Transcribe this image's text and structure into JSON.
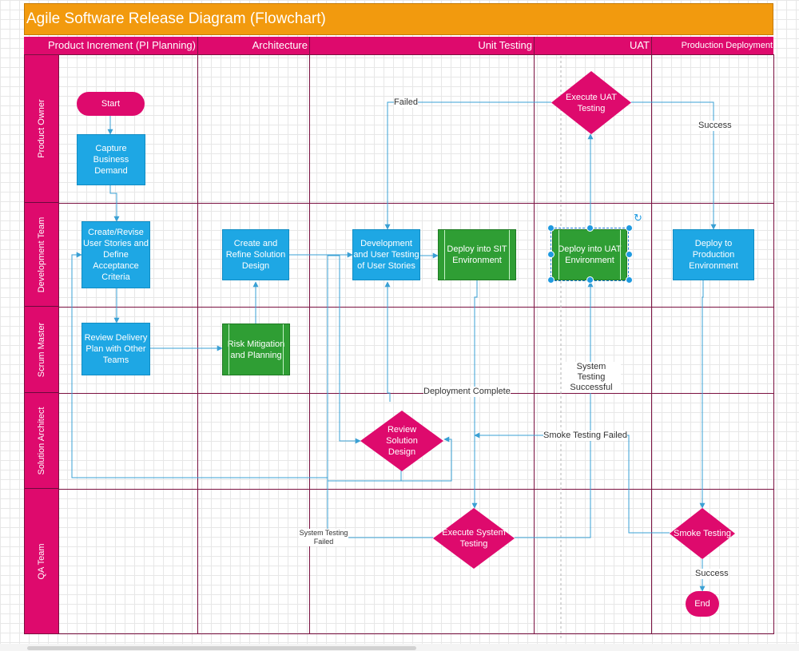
{
  "title": "Agile Software Release Diagram (Flowchart)",
  "columns": [
    {
      "key": "pi",
      "label": "Product Increment (PI Planning)"
    },
    {
      "key": "arch",
      "label": "Architecture"
    },
    {
      "key": "unit",
      "label": "Unit Testing"
    },
    {
      "key": "uat",
      "label": "UAT"
    },
    {
      "key": "prod",
      "label": "Production Deployment"
    }
  ],
  "rows": [
    {
      "key": "po",
      "label": "Product Owner"
    },
    {
      "key": "dev",
      "label": "Development Team"
    },
    {
      "key": "sm",
      "label": "Scrum Master"
    },
    {
      "key": "sa",
      "label": "Solution Architect"
    },
    {
      "key": "qa",
      "label": "QA Team"
    }
  ],
  "nodes": {
    "start": "Start",
    "capture": "Capture Business Demand",
    "create_revise": "Create/Revise User Stories and Define Acceptance Criteria",
    "review_delivery": "Review Delivery Plan with Other Teams",
    "create_refine": "Create and Refine Solution Design",
    "risk_mitigation": "Risk Mitigation and Planning",
    "dev_testing": "Development and User Testing of User Stories",
    "deploy_sit": "Deploy into SIT Environment",
    "execute_uat": "Execute UAT Testing",
    "deploy_uat": "Deploy into UAT Environment",
    "deploy_prod": "Deploy to Production Environment",
    "review_solution": "Review Solution Design",
    "execute_system": "Execute System Testing",
    "smoke_testing": "Smoke Testing",
    "end": "End"
  },
  "edge_labels": {
    "failed": "Failed",
    "success_uat": "Success",
    "system_testing_successful": "System Testing Successful",
    "deployment_complete": "Deployment Complete",
    "smoke_testing_failed": "Smoke Testing Failed",
    "system_testing_failed": "System Testing Failed",
    "success_smoke": "Success"
  },
  "colors": {
    "header": "#de0a6d",
    "title": "#f29a0e",
    "process": "#1ea7e4",
    "subprocess": "#2f9e34",
    "decision": "#de0a6d",
    "connector": "#3aa0d4",
    "lane_line": "#7a1040"
  }
}
